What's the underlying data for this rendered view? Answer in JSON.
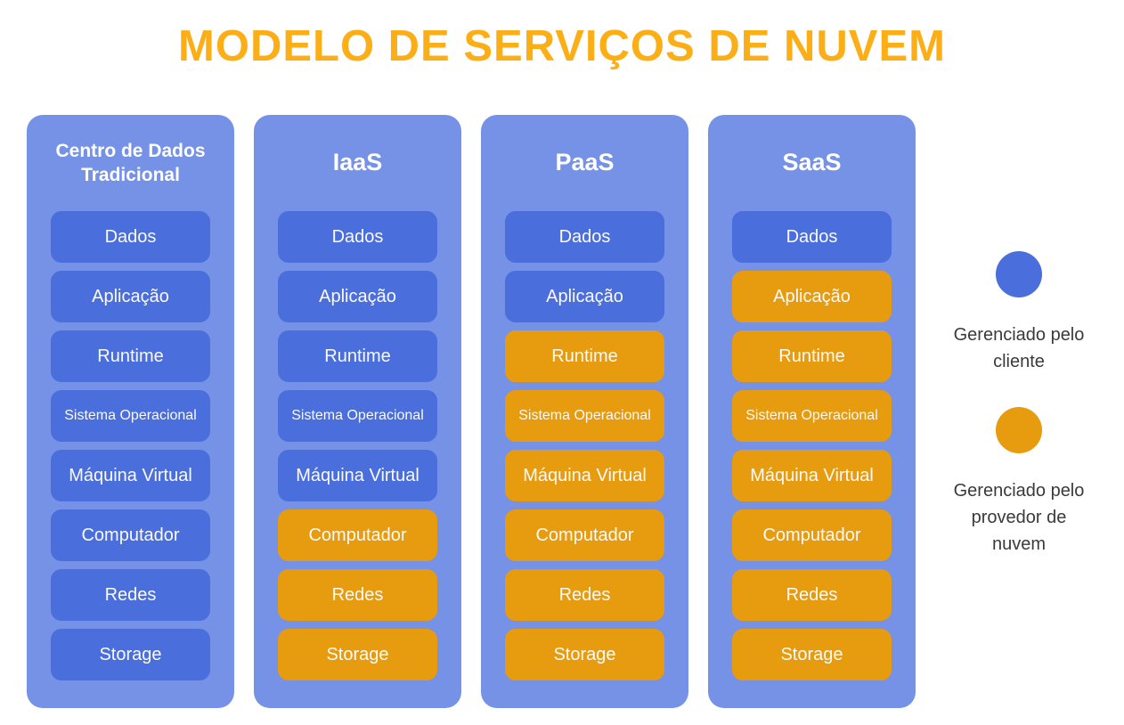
{
  "title": "MODELO DE SERVIÇOS DE NUVEM",
  "colors": {
    "title_orange": "#FCAE17",
    "column_background": "#7592E6",
    "managed_by_client_blue": "#4A6EDB",
    "managed_by_provider_orange": "#E79B0F",
    "box_text": "#FAFAFA",
    "legend_text": "#3A3A3A"
  },
  "columns": [
    {
      "header": "Centro de Dados Tradicional",
      "items": [
        {
          "label": "Dados",
          "managed": "client"
        },
        {
          "label": "Aplicação",
          "managed": "client"
        },
        {
          "label": "Runtime",
          "managed": "client"
        },
        {
          "label": "Sistema Operacional",
          "managed": "client"
        },
        {
          "label": "Máquina Virtual",
          "managed": "client"
        },
        {
          "label": "Computador",
          "managed": "client"
        },
        {
          "label": "Redes",
          "managed": "client"
        },
        {
          "label": "Storage",
          "managed": "client"
        }
      ]
    },
    {
      "header": "IaaS",
      "items": [
        {
          "label": "Dados",
          "managed": "client"
        },
        {
          "label": "Aplicação",
          "managed": "client"
        },
        {
          "label": "Runtime",
          "managed": "client"
        },
        {
          "label": "Sistema Operacional",
          "managed": "client"
        },
        {
          "label": "Máquina Virtual",
          "managed": "client"
        },
        {
          "label": "Computador",
          "managed": "provider"
        },
        {
          "label": "Redes",
          "managed": "provider"
        },
        {
          "label": "Storage",
          "managed": "provider"
        }
      ]
    },
    {
      "header": "PaaS",
      "items": [
        {
          "label": "Dados",
          "managed": "client"
        },
        {
          "label": "Aplicação",
          "managed": "client"
        },
        {
          "label": "Runtime",
          "managed": "provider"
        },
        {
          "label": "Sistema Operacional",
          "managed": "provider"
        },
        {
          "label": "Máquina Virtual",
          "managed": "provider"
        },
        {
          "label": "Computador",
          "managed": "provider"
        },
        {
          "label": "Redes",
          "managed": "provider"
        },
        {
          "label": "Storage",
          "managed": "provider"
        }
      ]
    },
    {
      "header": "SaaS",
      "items": [
        {
          "label": "Dados",
          "managed": "client"
        },
        {
          "label": "Aplicação",
          "managed": "provider"
        },
        {
          "label": "Runtime",
          "managed": "provider"
        },
        {
          "label": "Sistema Operacional",
          "managed": "provider"
        },
        {
          "label": "Máquina Virtual",
          "managed": "provider"
        },
        {
          "label": "Computador",
          "managed": "provider"
        },
        {
          "label": "Redes",
          "managed": "provider"
        },
        {
          "label": "Storage",
          "managed": "provider"
        }
      ]
    }
  ],
  "legend": {
    "client": {
      "label": "Gerenciado pelo cliente",
      "color": "#4A6EDB"
    },
    "provider": {
      "label": "Gerenciado pelo provedor de nuvem",
      "color": "#E79B0F"
    }
  }
}
